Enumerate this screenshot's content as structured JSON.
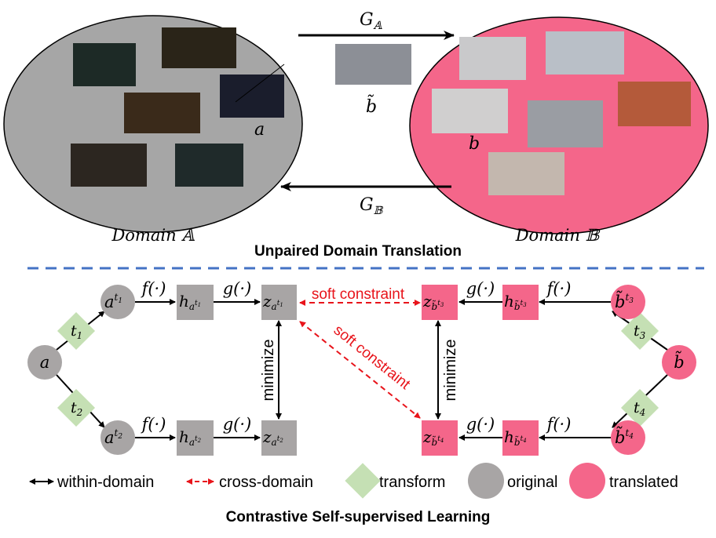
{
  "top": {
    "title": "Unpaired Domain Translation",
    "domain_a_label": "Domain 𝔸",
    "domain_b_label": "Domain 𝔹",
    "g_top": {
      "base": "G",
      "sub": "𝔸"
    },
    "g_bottom": {
      "base": "G",
      "sub": "𝔹"
    },
    "sample_a": "a",
    "sample_b": "b",
    "translated": "b̃"
  },
  "bottom": {
    "title": "Contrastive Self-supervised Learning",
    "f": "f(·)",
    "g": "g(·)",
    "minimize": "minimize",
    "soft_constraint": "soft constraint",
    "a": "a",
    "b_tilde": "b̃",
    "h": "h",
    "z": "z",
    "t1": {
      "base": "t",
      "sub": "1"
    },
    "t2": {
      "base": "t",
      "sub": "2"
    },
    "t3": {
      "base": "t",
      "sub": "3"
    },
    "t4": {
      "base": "t",
      "sub": "4"
    }
  },
  "legend": {
    "within": "within-domain",
    "cross": "cross-domain",
    "transform": "transform",
    "original": "original",
    "translated": "translated"
  },
  "colors": {
    "original": "#a8a5a5",
    "translated": "#f4668a",
    "transform": "#c5e0b4",
    "soft_constraint": "#e8141b",
    "divider": "#4472c4"
  }
}
